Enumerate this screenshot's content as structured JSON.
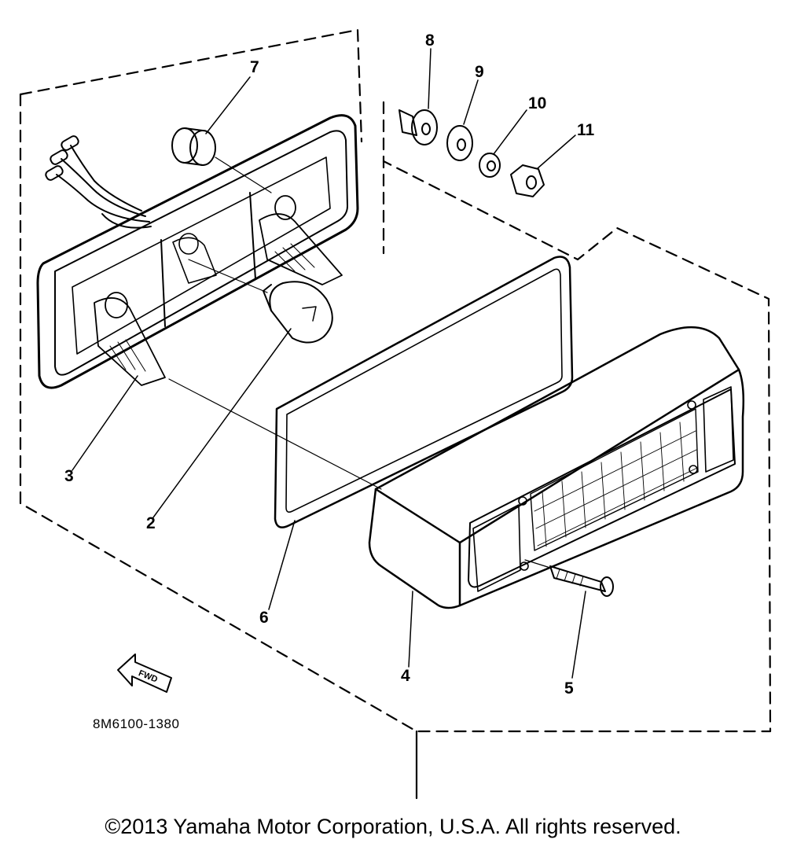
{
  "diagram": {
    "callouts": [
      {
        "id": "1",
        "label": "2"
      },
      {
        "id": "2",
        "label": "3"
      },
      {
        "id": "3",
        "label": "4"
      },
      {
        "id": "4",
        "label": "5"
      },
      {
        "id": "5",
        "label": "6"
      },
      {
        "id": "6",
        "label": "7"
      },
      {
        "id": "7",
        "label": "8"
      },
      {
        "id": "8",
        "label": "9"
      },
      {
        "id": "9",
        "label": "10"
      },
      {
        "id": "10",
        "label": "11"
      }
    ],
    "direction_arrow": "FWD",
    "drawing_code": "8M6100-1380"
  },
  "footer": {
    "copyright": "©2013 Yamaha Motor Corporation, U.S.A. All rights reserved."
  },
  "colors": {
    "ink": "#000000",
    "paper": "#ffffff"
  }
}
